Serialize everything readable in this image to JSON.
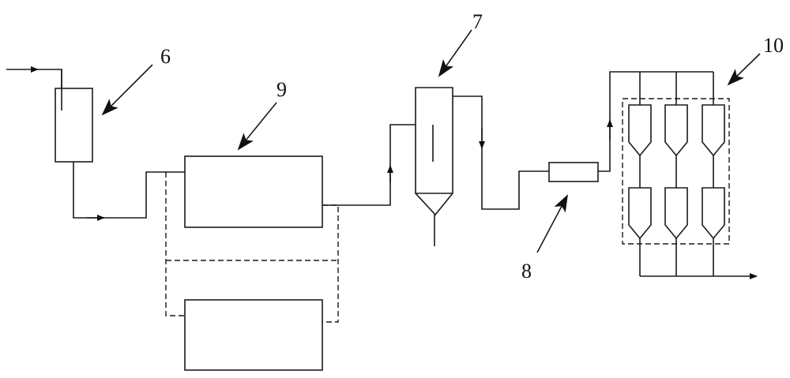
{
  "labels": {
    "l6": "6",
    "l7": "7",
    "l8": "8",
    "l9": "9",
    "l10": "10"
  },
  "colors": {
    "line": "#1a1a1a",
    "background": "#ffffff"
  }
}
